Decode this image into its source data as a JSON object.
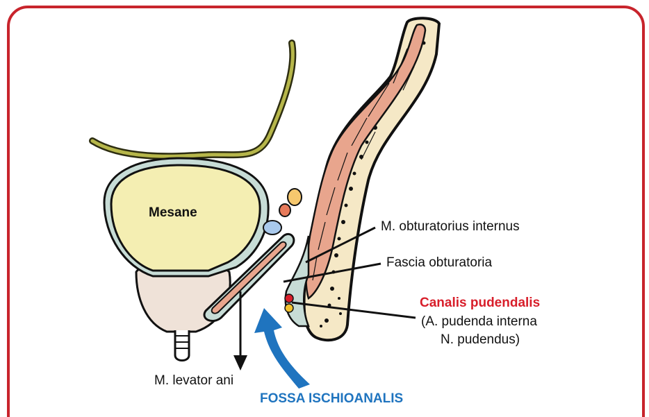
{
  "labels": {
    "bladder": "Mesane",
    "obturator_internus": "M. obturatorius internus",
    "obturator_fascia": "Fascia obturatoria",
    "pudendal_canal": "Canalis pudendalis",
    "pudendal_contents_1": "(A. pudenda interna",
    "pudendal_contents_2": "N. pudendus)",
    "levator_ani": "M. levator ani",
    "fossa": "FOSSA ISCHIOANALIS"
  },
  "colors": {
    "frame": "#c8242c",
    "bladder_fill": "#f4eeb2",
    "peritoneum": "#b6b64a",
    "prostate_fill": "#efe2d8",
    "muscle_fill": "#e8a58d",
    "bone_fill": "#f5e8c6",
    "fascia_fill": "#c7dcd6",
    "accent_red": "#d81e2a",
    "fossa_blue": "#1f74bf",
    "vessel_yellow": "#f2c22e",
    "vessel_blue": "#a9c9ec",
    "vessel_orange": "#f6c86e"
  }
}
